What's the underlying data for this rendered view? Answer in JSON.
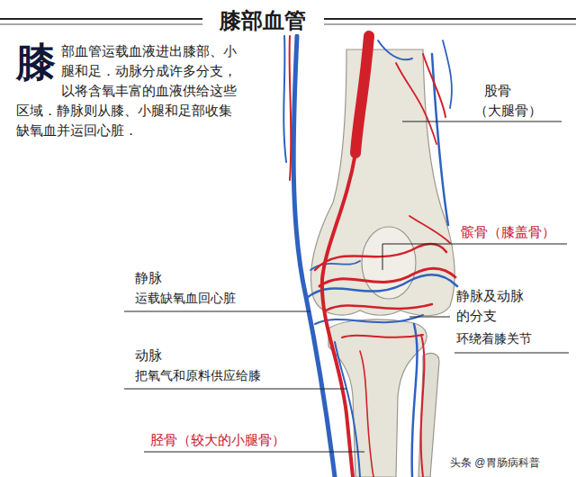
{
  "diagram": {
    "title": "膝部血管",
    "labels": [
      "膝",
      "部血管运载血液进出膝部、小腿和足．动脉分成许多分支，以将含氧丰富的血液供给这些区域．静脉则从膝、小腿和足部收集缺氧血并运回心脏．",
      "股骨",
      "（大腿骨）",
      "髌骨（膝盖骨）",
      "静脉",
      "运载缺氧血回心脏",
      "静脉及动脉的分支",
      "环绕着膝关节",
      "动脉",
      "把氧气和原料供应给膝",
      "胫骨（较大的小腿骨）",
      "头条 @胃肠病科普"
    ]
  }
}
